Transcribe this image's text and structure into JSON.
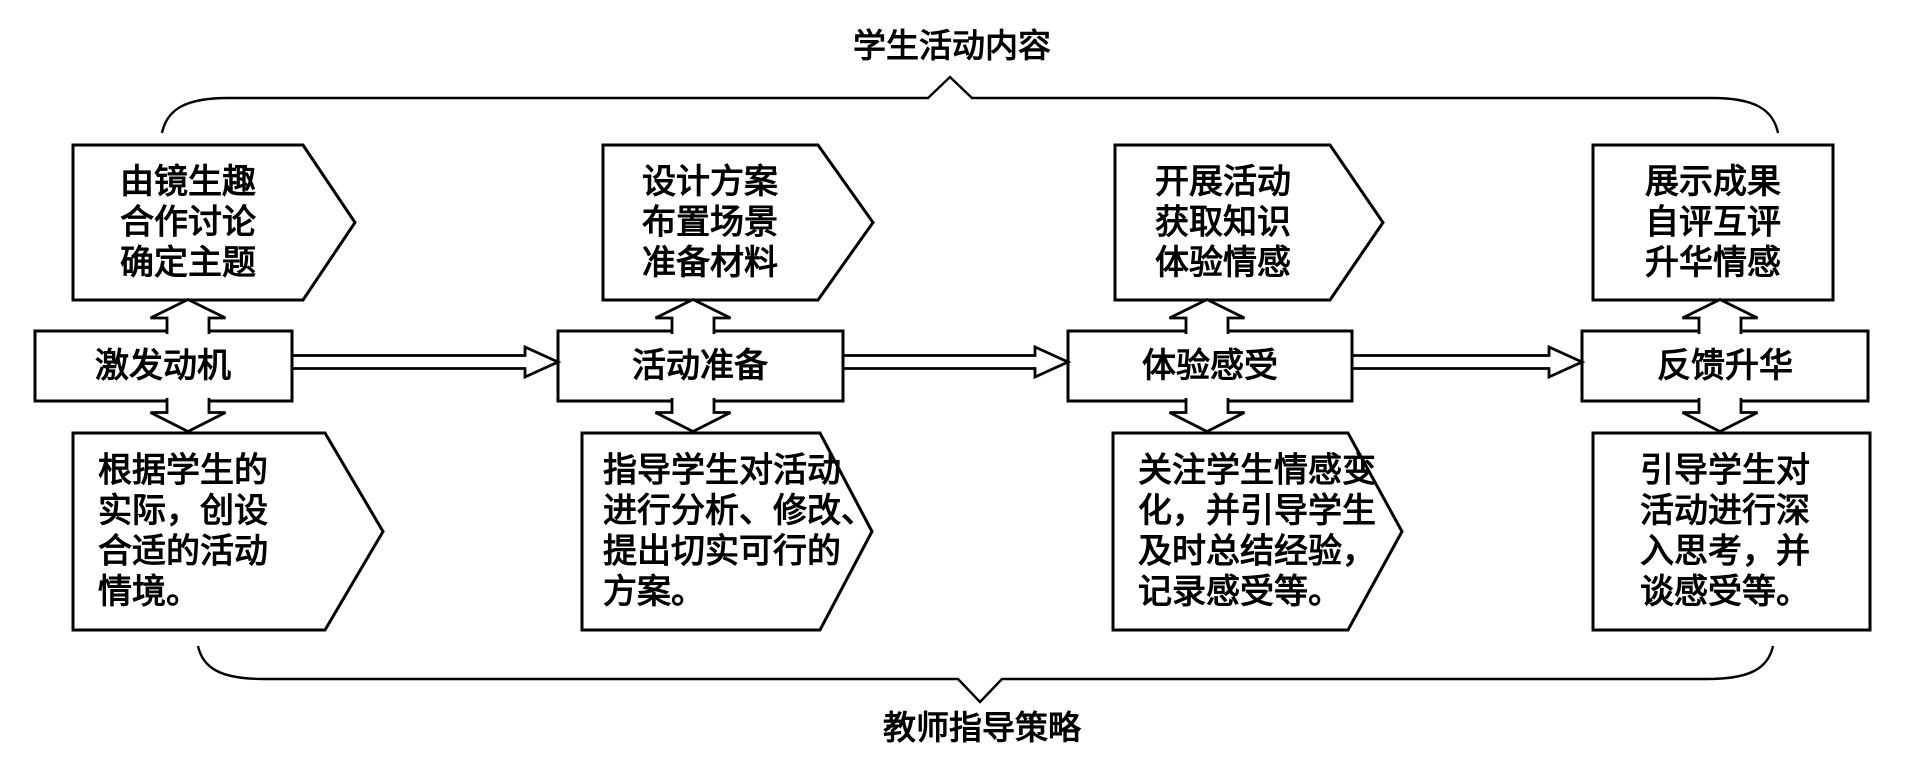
{
  "labels": {
    "student_content": "学生活动内容",
    "teacher_strategy": "教师指导策略"
  },
  "colors": {
    "line": "#000000",
    "background": "#ffffff"
  },
  "columns": [
    {
      "stage": "激发动机",
      "student_activity": [
        "由镜生趣",
        "合作讨论",
        "确定主题"
      ],
      "teacher_guidance": [
        "根据学生的",
        "实际，创设",
        "合适的活动",
        "情境。"
      ]
    },
    {
      "stage": "活动准备",
      "student_activity": [
        "设计方案",
        "布置场景",
        "准备材料"
      ],
      "teacher_guidance": [
        "指导学生对活动",
        "进行分析、修改、",
        "提出切实可行的",
        "方案。"
      ]
    },
    {
      "stage": "体验感受",
      "student_activity": [
        "开展活动",
        "获取知识",
        "体验情感"
      ],
      "teacher_guidance": [
        "关注学生情感变",
        "化，并引导学生",
        "及时总结经验，",
        "记录感受等。"
      ]
    },
    {
      "stage": "反馈升华",
      "student_activity": [
        "展示成果",
        "自评互评",
        "升华情感"
      ],
      "teacher_guidance": [
        "引导学生对",
        "活动进行深",
        "入思考，并",
        "谈感受等。"
      ]
    }
  ]
}
